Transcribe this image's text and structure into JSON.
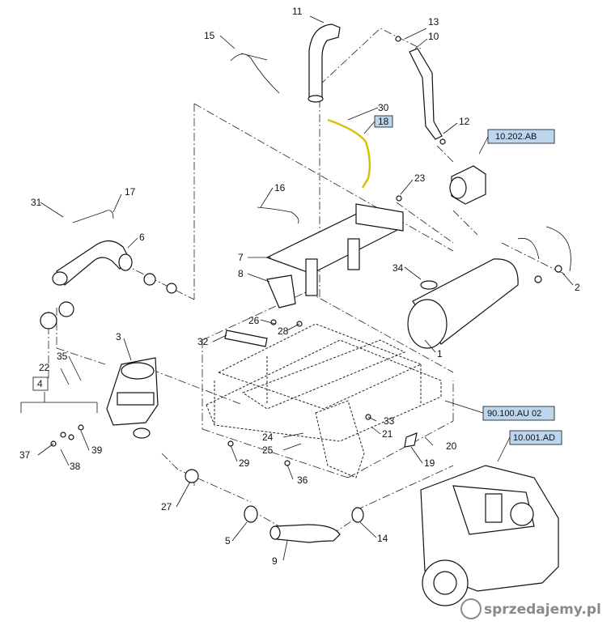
{
  "callouts": [
    "11",
    "13",
    "10",
    "15",
    "30",
    "18",
    "12",
    "31",
    "17",
    "16",
    "23",
    "6",
    "7",
    "8",
    "34",
    "2",
    "26",
    "28",
    "32",
    "1",
    "3",
    "35",
    "22",
    "4",
    "33",
    "24",
    "21",
    "20",
    "25",
    "37",
    "39",
    "38",
    "29",
    "19",
    "36",
    "27",
    "5",
    "9",
    "14"
  ],
  "references": {
    "ref_10_202": "10.202.AB",
    "ref_90_100": "90.100.AU 02",
    "ref_10_001": "10.001.AD"
  },
  "watermark": "sprzedajemy.pl",
  "colors": {
    "highlight": "#bcd6ee",
    "harness": "#d7c200",
    "ink": "#111111"
  }
}
